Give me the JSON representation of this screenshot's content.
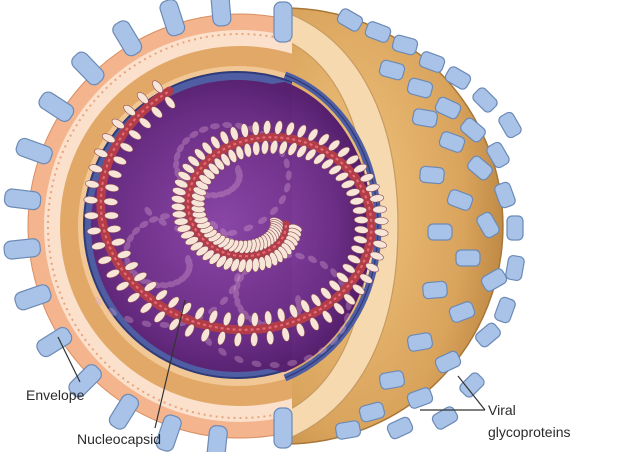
{
  "labels": {
    "envelope": "Envelope",
    "nucleocapsid": "Nucleocapsid",
    "viral_line1": "Viral",
    "viral_line2": "glycoproteins"
  },
  "colors": {
    "envelope_outer": "#f4b48e",
    "envelope_inner": "#fbe0cc",
    "spike_fill": "#a9c3e8",
    "spike_stroke": "#6c8ab5",
    "surface_gold": "#d9a35c",
    "cut_face": "#f6d9ae",
    "matrix_blue": "#4f5da3",
    "core_purple": "#6a2e85",
    "core_dark": "#4a1860",
    "nucleo_bead": "#f7e6d7",
    "nucleo_chain": "#b23c47",
    "label_line": "#333333"
  }
}
